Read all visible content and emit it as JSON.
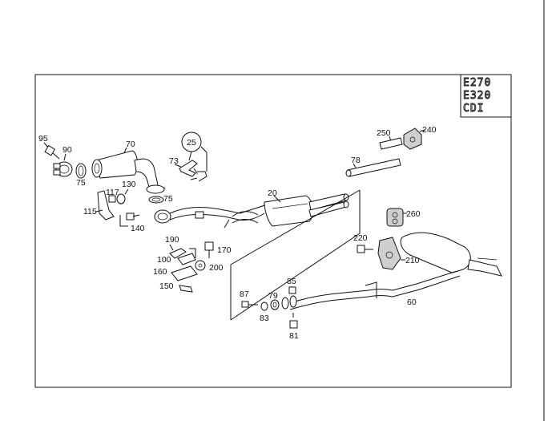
{
  "model_box": {
    "lines": [
      "E270",
      "E320",
      "CDI"
    ]
  },
  "parts": [
    {
      "id": "p95",
      "label": "95"
    },
    {
      "id": "p90",
      "label": "90"
    },
    {
      "id": "p75a",
      "label": "75"
    },
    {
      "id": "p70",
      "label": "70"
    },
    {
      "id": "p73",
      "label": "73"
    },
    {
      "id": "p25",
      "label": "25"
    },
    {
      "id": "p250",
      "label": "250"
    },
    {
      "id": "p240",
      "label": "240"
    },
    {
      "id": "p78",
      "label": "78"
    },
    {
      "id": "p117",
      "label": "117"
    },
    {
      "id": "p130",
      "label": "130"
    },
    {
      "id": "p75b",
      "label": "75"
    },
    {
      "id": "p115",
      "label": "115"
    },
    {
      "id": "p140",
      "label": "140"
    },
    {
      "id": "p20",
      "label": "20"
    },
    {
      "id": "p260",
      "label": "260"
    },
    {
      "id": "p190",
      "label": "190"
    },
    {
      "id": "p170",
      "label": "170"
    },
    {
      "id": "p220",
      "label": "220"
    },
    {
      "id": "p100",
      "label": "100"
    },
    {
      "id": "p200",
      "label": "200"
    },
    {
      "id": "p210",
      "label": "210"
    },
    {
      "id": "p160",
      "label": "160"
    },
    {
      "id": "p85",
      "label": "85"
    },
    {
      "id": "p150",
      "label": "150"
    },
    {
      "id": "p87",
      "label": "87"
    },
    {
      "id": "p79",
      "label": "79"
    },
    {
      "id": "p60",
      "label": "60"
    },
    {
      "id": "p83",
      "label": "83"
    },
    {
      "id": "p81",
      "label": "81"
    }
  ]
}
